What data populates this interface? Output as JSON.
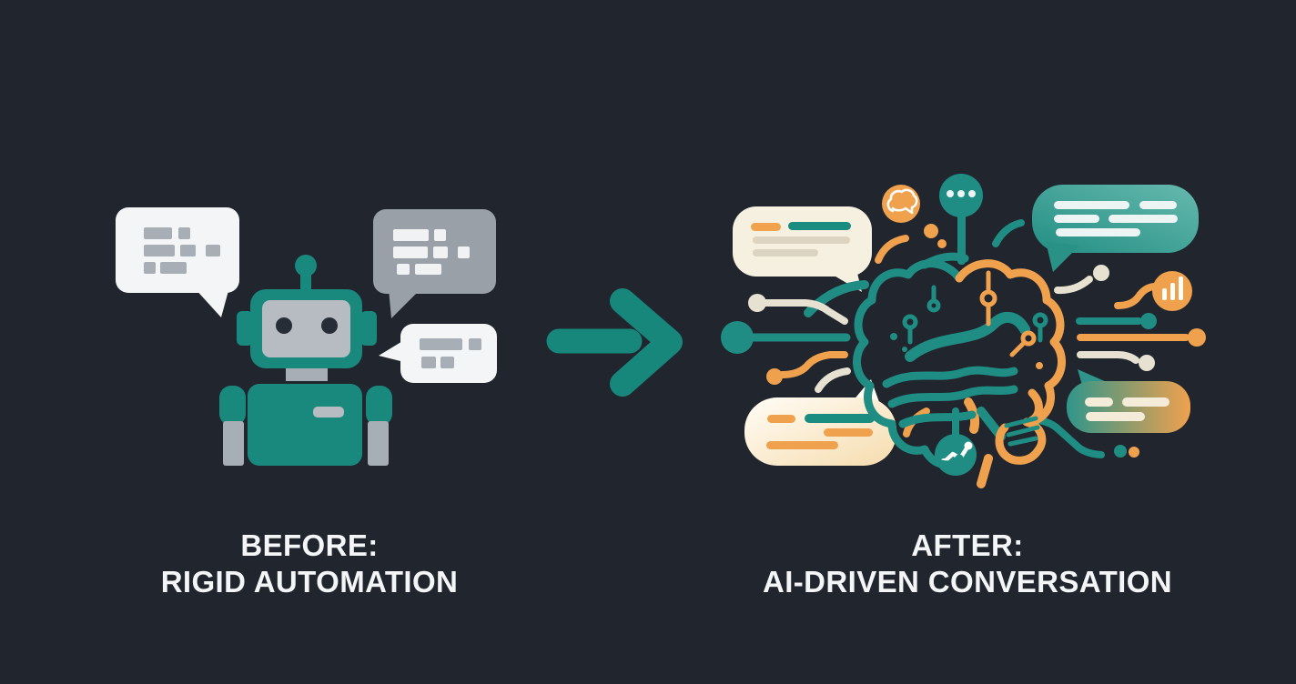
{
  "title": "Before rigid automation vs after AI-driven conversation illustration",
  "colors": {
    "background": "#20252e",
    "teal": "#1f8d84",
    "teal_robot": "#19897d",
    "orange": "#f0a14e",
    "cream": "#f6f0e1",
    "gray_bubble": "#99a0a8",
    "gray_blocks": "#a7aeb6",
    "white_bubble": "#f4f5f6",
    "caption_text": "#f3f5f6"
  },
  "left_panel": {
    "caption_line1": "BEFORE:",
    "caption_line2": "RIGID AUTOMATION",
    "icons": [
      "robot-icon",
      "speech-bubble-white",
      "speech-bubble-gray",
      "speech-bubble-small-white"
    ]
  },
  "arrow": {
    "direction": "right",
    "icon": "arrow-right-icon"
  },
  "right_panel": {
    "caption_line1": "AFTER:",
    "caption_line2": "AI-DRIVEN CONVERSATION",
    "icons": [
      "brain-icon",
      "brain-chat-icon",
      "typing-dots-icon",
      "bar-chart-icon",
      "trend-line-icon",
      "speech-bubble-cream-top",
      "speech-bubble-teal",
      "speech-bubble-cream-bottom",
      "speech-bubble-gradient",
      "circuit-lines"
    ]
  }
}
